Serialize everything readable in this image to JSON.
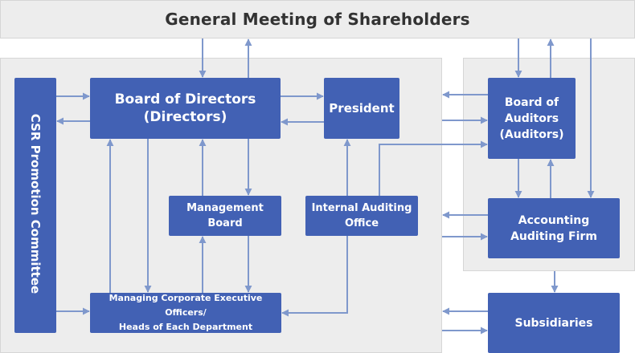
{
  "top_title": "General Meeting of Shareholders",
  "csr": "CSR Promotion Committee",
  "board_directors": {
    "line1": "Board of Directors",
    "line2": "(Directors)"
  },
  "president": "President",
  "management_board": {
    "line1": "Management",
    "line2": "Board"
  },
  "internal_audit": {
    "line1": "Internal Auditing",
    "line2": "Office"
  },
  "managing": {
    "line1": "Managing Corporate Executive Officers/",
    "line2": "Heads of Each Department"
  },
  "board_auditors": {
    "line1": "Board of",
    "line2": "Auditors",
    "line3": "(Auditors)"
  },
  "accounting": {
    "line1": "Accounting",
    "line2": "Auditing Firm"
  },
  "subsidiaries": "Subsidiaries",
  "colors": {
    "box": "#4261b4",
    "arrow": "#7f98cc",
    "panel": "#ededed"
  }
}
